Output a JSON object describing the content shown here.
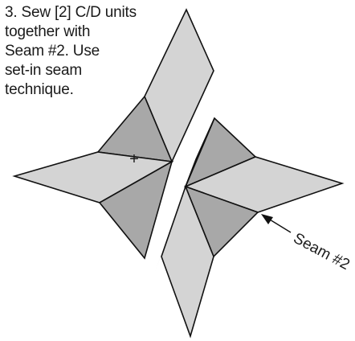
{
  "instructions": {
    "lines": [
      "3. Sew [2] C/D units",
      "together with",
      "Seam #2. Use",
      "set-in seam",
      "technique."
    ]
  },
  "callout": {
    "label": "Seam #2"
  },
  "marker": {
    "symbol": "+"
  },
  "colors": {
    "light_fabric": "#d4d4d4",
    "dark_fabric": "#a8a8a8",
    "outline": "#111111",
    "background": "#ffffff"
  }
}
